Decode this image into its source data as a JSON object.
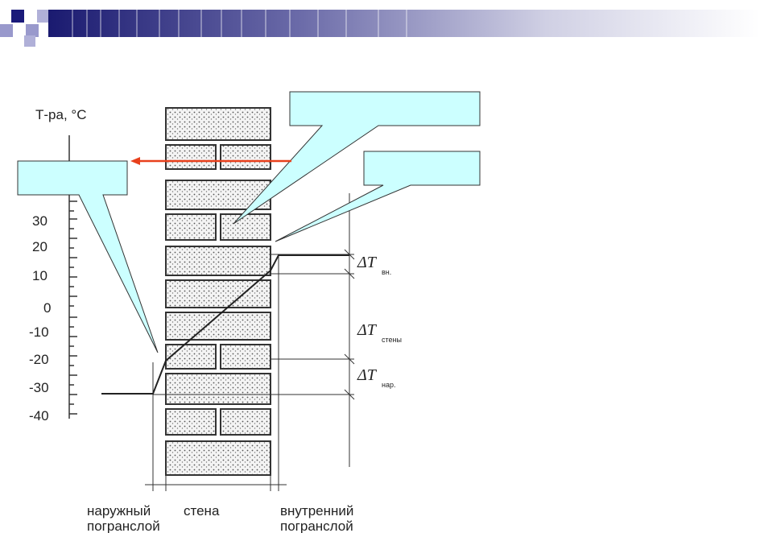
{
  "diagram": {
    "y_axis_label": "Т-ра, °С",
    "ticks": [
      "30",
      "20",
      "10",
      "0",
      "-10",
      "-20",
      "-30",
      "-40"
    ],
    "delta_labels": [
      {
        "symbol": "ΔT",
        "sub": "вн."
      },
      {
        "symbol": "ΔT",
        "sub": "стены"
      },
      {
        "symbol": "ΔT",
        "sub": "нар."
      }
    ],
    "bottom_labels": {
      "outer_line1": "наружный",
      "outer_line2": "погранслой",
      "wall": "стена",
      "inner_line1": "внутренний",
      "inner_line2": "погранслой"
    },
    "callouts": [
      {
        "text": ""
      },
      {
        "text": ""
      },
      {
        "text": ""
      }
    ]
  },
  "colors": {
    "banner_dark": "#1a1a7a",
    "banner_square": "#3333aa",
    "callout_fill": "#ccffff",
    "arrow": "#e8401c",
    "line": "#333333"
  }
}
